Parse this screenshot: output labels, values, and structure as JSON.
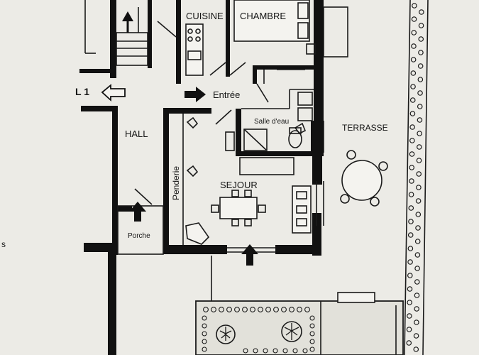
{
  "plan": {
    "colors": {
      "paper": "#ecebe6",
      "wall": "#111111",
      "line": "#1a1a1a",
      "garden_fill": "#e2e1da"
    },
    "labels": {
      "kitchen": "CUISINE",
      "bedroom": "CHAMBRE",
      "entrance": "Entrée",
      "lot": "L 1",
      "hall": "HALL",
      "bathroom": "Salle d'eau",
      "terrace": "TERRASSE",
      "wardrobe": "Penderie",
      "living": "SEJOUR",
      "porch": "Porche",
      "edge_mark": "s"
    },
    "icons": {
      "stair": "stair-arrow-icon",
      "entry": "entry-arrow-icon",
      "porch": "porch-arrow-icon",
      "terrace_access": "terrace-arrow-icon",
      "lot_marker": "hollow-arrow-icon"
    }
  }
}
